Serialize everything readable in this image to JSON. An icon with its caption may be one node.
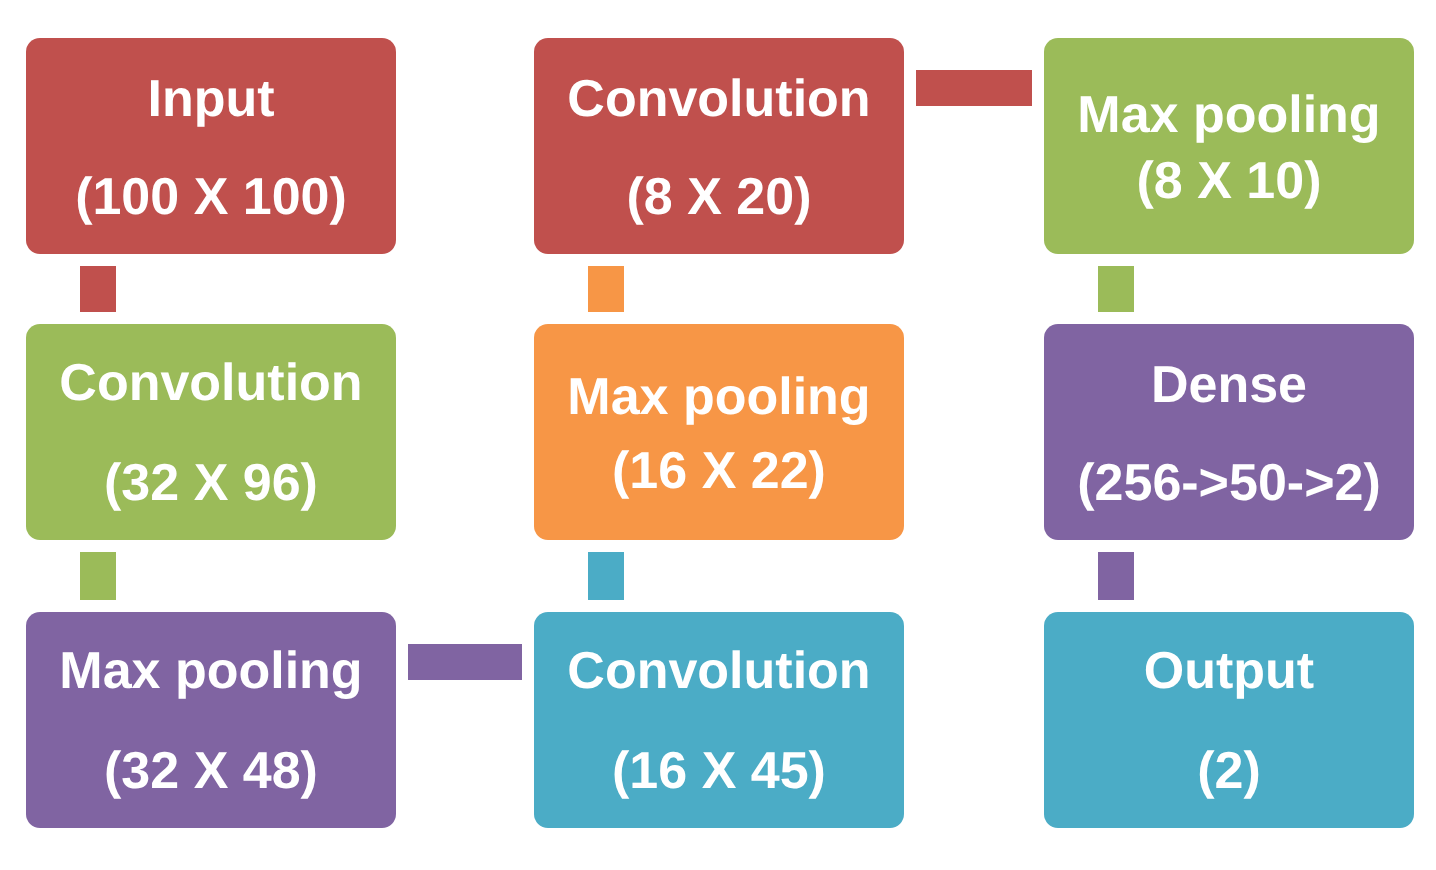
{
  "diagram": {
    "nodes": [
      {
        "text": [
          "Input",
          "(100 X 100)"
        ]
      },
      {
        "text": [
          "Convolution",
          "(32 X 96)"
        ]
      },
      {
        "text": [
          "Max pooling",
          "(32 X 48)"
        ]
      },
      {
        "text": [
          "Convolution",
          "(16 X 45)"
        ]
      },
      {
        "text": [
          "Max pooling",
          "(16 X 22)"
        ]
      },
      {
        "text": [
          "Convolution",
          "(8 X 20)"
        ]
      },
      {
        "text": [
          "Max pooling",
          "(8 X 10)"
        ]
      },
      {
        "text": [
          "Dense",
          "(256->50->2)"
        ]
      },
      {
        "text": [
          "Output",
          "(2)"
        ]
      }
    ],
    "edges": [
      {
        "from": 0,
        "to": 1,
        "arrow": "none",
        "color": "#c0504d"
      },
      {
        "from": 1,
        "to": 2,
        "arrow": "none",
        "color": "#9bbb59"
      },
      {
        "from": 2,
        "to": 3,
        "arrow": "none",
        "color": "#8064a2"
      },
      {
        "from": 3,
        "to": 4,
        "arrow": "none",
        "color": "#4bacc6"
      },
      {
        "from": 4,
        "to": 5,
        "arrow": "none",
        "color": "#f79646"
      },
      {
        "from": 5,
        "to": 6,
        "arrow": "none",
        "color": "#c0504d"
      },
      {
        "from": 6,
        "to": 7,
        "arrow": "none",
        "color": "#9bbb59"
      },
      {
        "from": 7,
        "to": 8,
        "arrow": "none",
        "color": "#8064a2"
      }
    ]
  }
}
